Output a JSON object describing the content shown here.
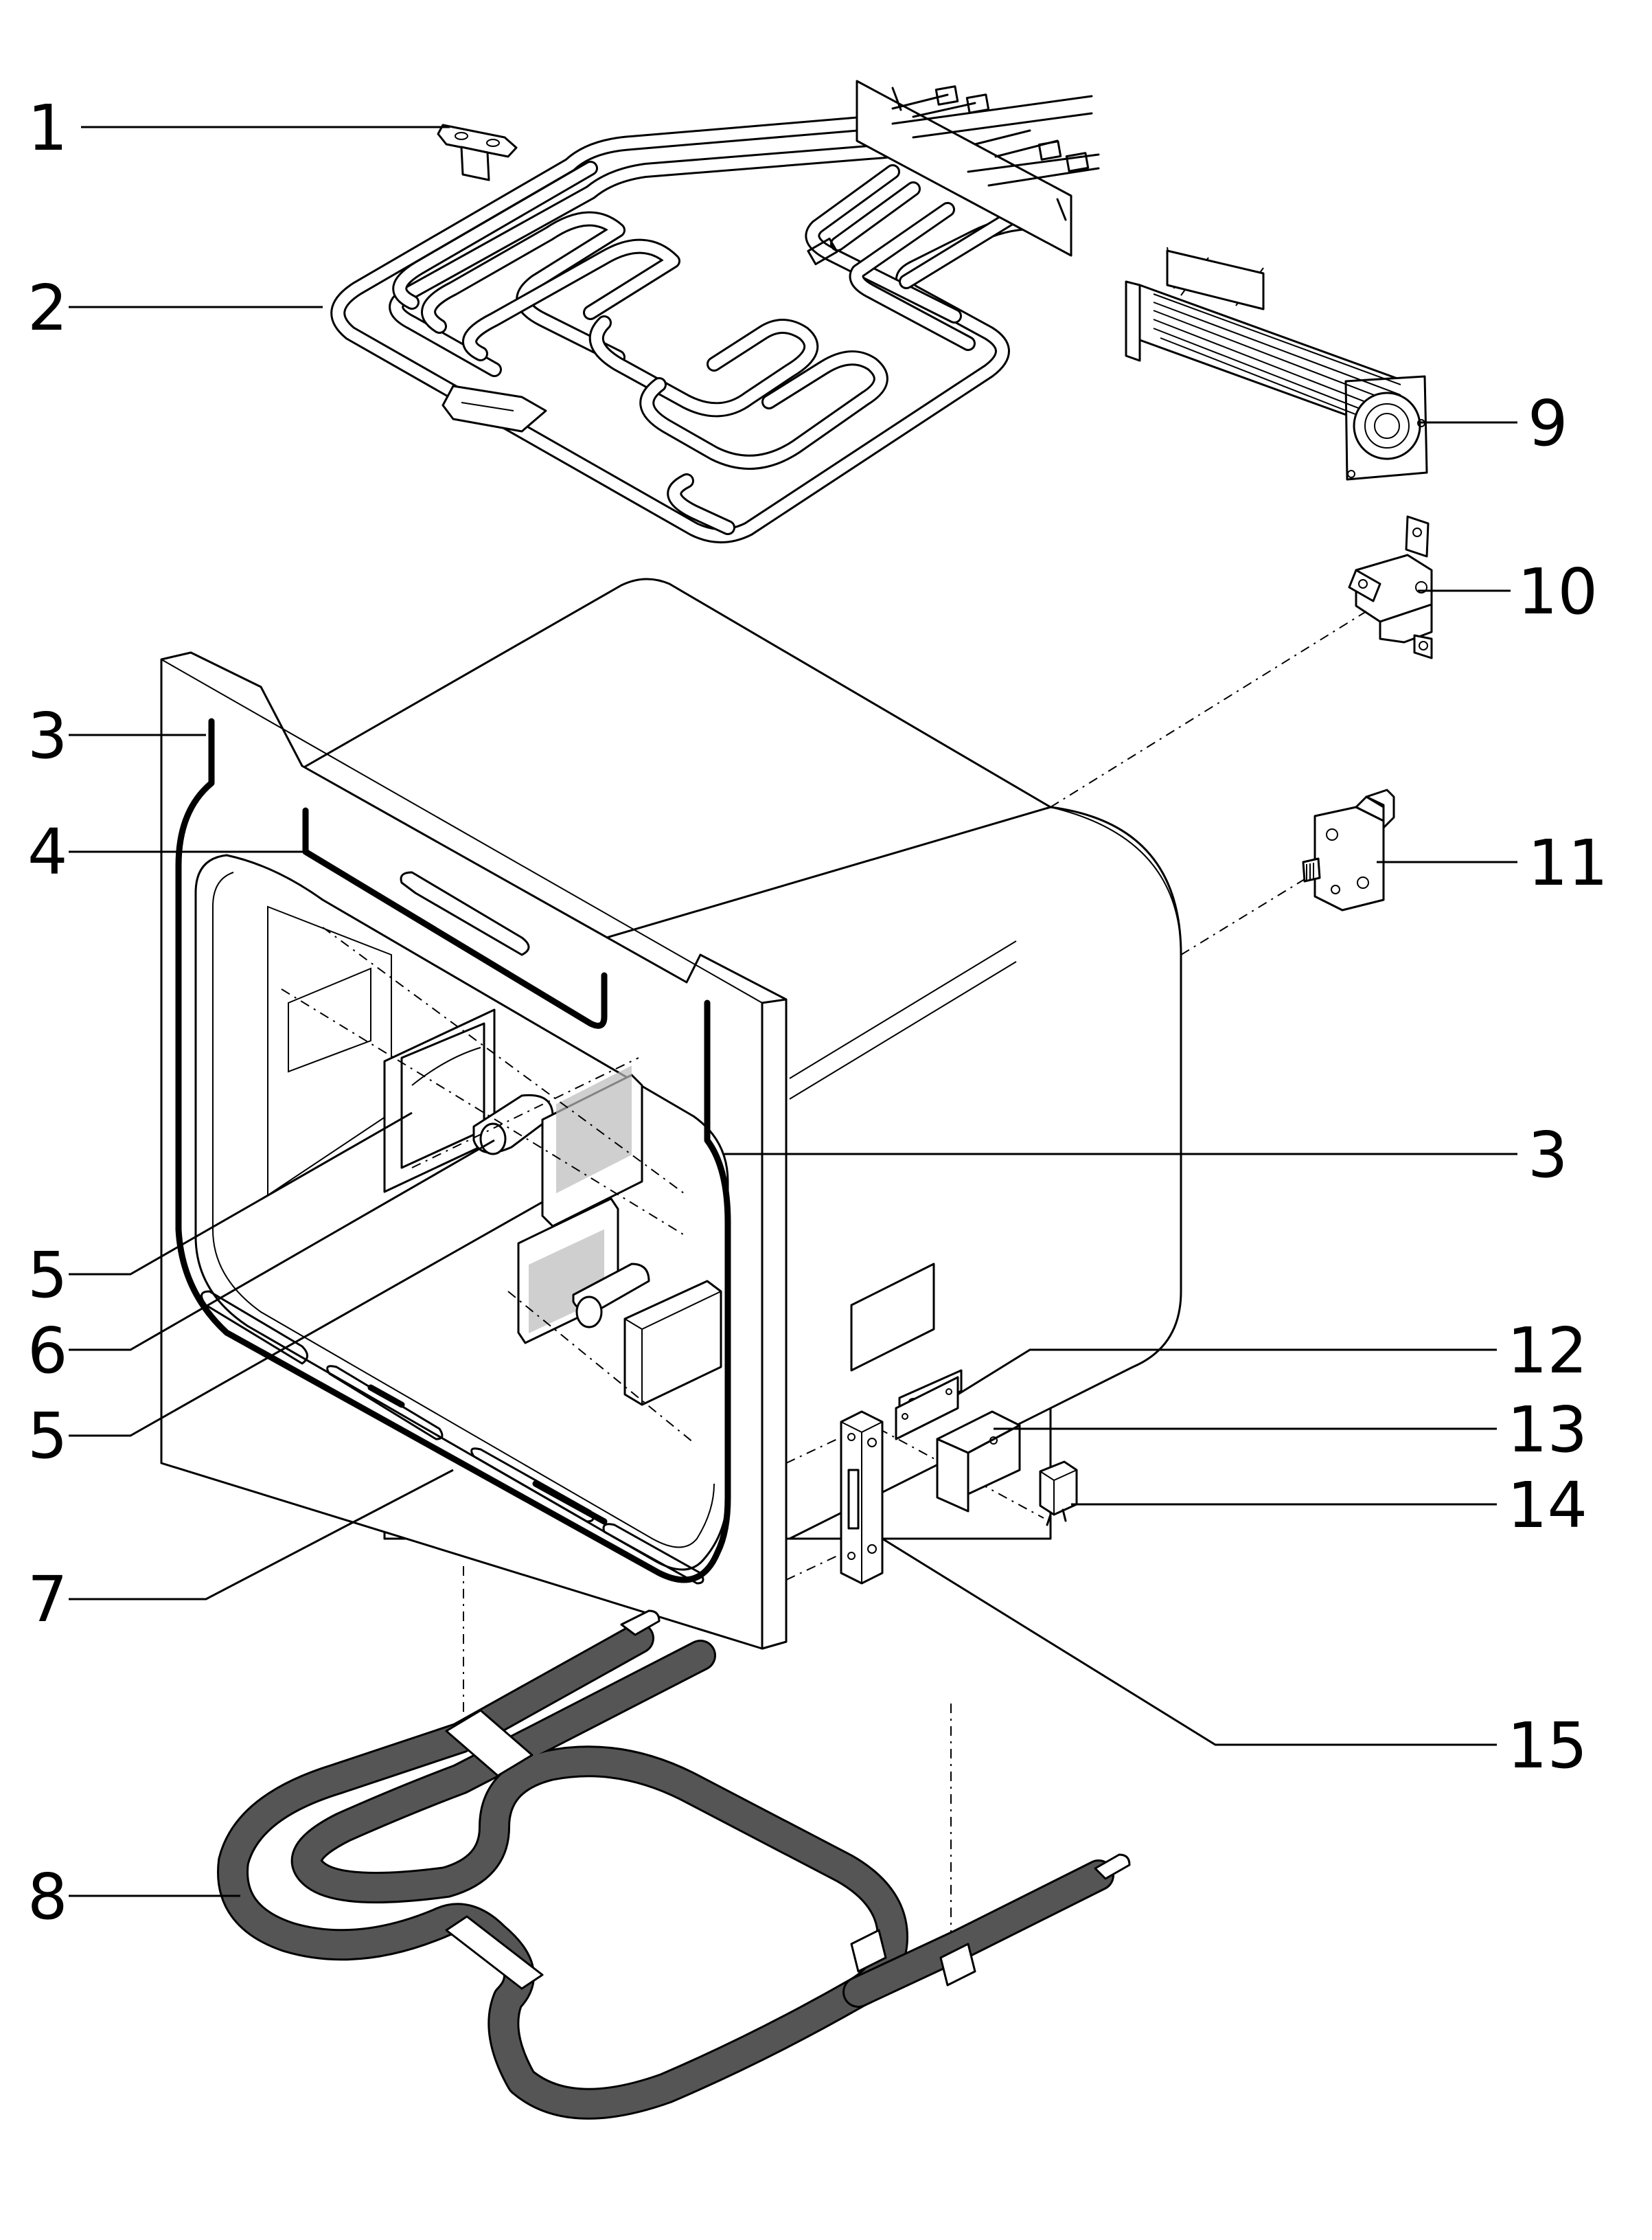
{
  "callouts": [
    {
      "id": "1",
      "label": "1"
    },
    {
      "id": "2",
      "label": "2"
    },
    {
      "id": "3a",
      "label": "3"
    },
    {
      "id": "4",
      "label": "4"
    },
    {
      "id": "5a",
      "label": "5"
    },
    {
      "id": "6",
      "label": "6"
    },
    {
      "id": "5b",
      "label": "5"
    },
    {
      "id": "7",
      "label": "7"
    },
    {
      "id": "8",
      "label": "8"
    },
    {
      "id": "9",
      "label": "9"
    },
    {
      "id": "10",
      "label": "10"
    },
    {
      "id": "11",
      "label": "11"
    },
    {
      "id": "3b",
      "label": "3"
    },
    {
      "id": "12",
      "label": "12"
    },
    {
      "id": "13",
      "label": "13"
    },
    {
      "id": "14",
      "label": "14"
    },
    {
      "id": "15",
      "label": "15"
    }
  ]
}
